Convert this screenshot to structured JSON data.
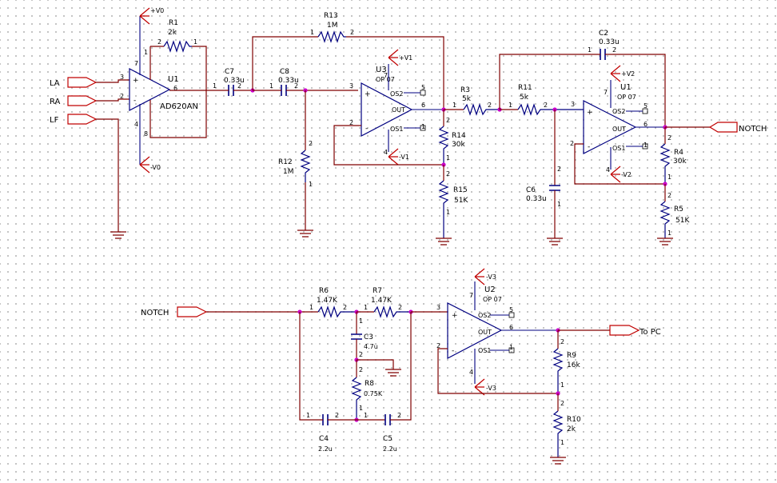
{
  "ports": {
    "la": "LA",
    "ra": "RA",
    "lf": "LF",
    "notch_out": "NOTCH",
    "notch_in": "NOTCH",
    "to_pc": "To PC"
  },
  "rails": {
    "v0_pos": "+V0",
    "v0_neg": "-V0",
    "v1_pos": "+V1",
    "v1_neg": "-V1",
    "v2_pos": "+V2",
    "v2_neg": "-V2",
    "v3_top": "-V3",
    "v3_bottom": "-V3"
  },
  "amplifiers": {
    "u1_inamp": {
      "ref": "U1",
      "part": "AD620AN"
    },
    "u3": {
      "ref": "U3",
      "part": "OP 07"
    },
    "u1_opamp": {
      "ref": "U1",
      "part": "OP 07"
    },
    "u2": {
      "ref": "U2",
      "part": "OP 07"
    }
  },
  "pin_labels": {
    "out": "OUT",
    "os1": "OS1",
    "os2": "OS2",
    "plus": "+",
    "minus": "-"
  },
  "resistors": {
    "r1": {
      "ref": "R1",
      "value": "2k"
    },
    "r13": {
      "ref": "R13",
      "value": "1M"
    },
    "r12": {
      "ref": "R12",
      "value": "1M"
    },
    "r14": {
      "ref": "R14",
      "value": "30k"
    },
    "r15": {
      "ref": "R15",
      "value": "51K"
    },
    "r3": {
      "ref": "R3",
      "value": "5k"
    },
    "r11": {
      "ref": "R11",
      "value": "5k"
    },
    "r4": {
      "ref": "R4",
      "value": "30k"
    },
    "r5": {
      "ref": "R5",
      "value": "51K"
    },
    "r6": {
      "ref": "R6",
      "value": "1.47K"
    },
    "r7": {
      "ref": "R7",
      "value": "1.47K"
    },
    "r8": {
      "ref": "R8",
      "value": "0.75K"
    },
    "r9": {
      "ref": "R9",
      "value": "16k"
    },
    "r10": {
      "ref": "R10",
      "value": "2k"
    }
  },
  "capacitors": {
    "c7": {
      "ref": "C7",
      "value": "0.33u"
    },
    "c8": {
      "ref": "C8",
      "value": "0.33u"
    },
    "c2": {
      "ref": "C2",
      "value": "0.33u"
    },
    "c6": {
      "ref": "C6",
      "value": "0.33u"
    },
    "c3": {
      "ref": "C3",
      "value": "4.7u"
    },
    "c4": {
      "ref": "C4",
      "value": "2.2u"
    },
    "c5": {
      "ref": "C5",
      "value": "2.2u"
    }
  },
  "pin_numbers": {
    "p1": "1",
    "p2": "2",
    "p3": "3",
    "p4": "4",
    "p5": "5",
    "p6": "6",
    "p7": "7",
    "p8": "8"
  }
}
